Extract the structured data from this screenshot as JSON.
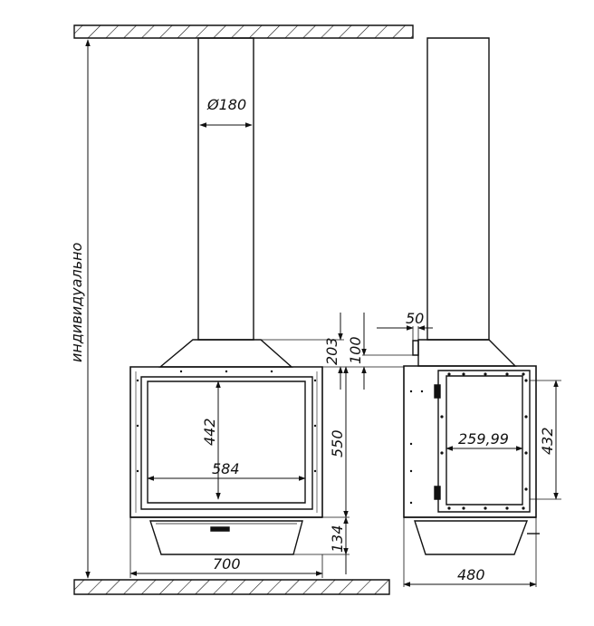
{
  "diagram": {
    "stroke_color": "#111111",
    "background": "#ffffff",
    "labels": {
      "height_note": "индивидуально",
      "flue_diameter": "Ø180",
      "hood_height": "203",
      "flue_offset_height": "100",
      "body_height": "550",
      "base_height": "134",
      "glass_height": "442",
      "glass_width": "584",
      "total_width": "700",
      "flue_setback": "50",
      "side_glass_width": "259,99",
      "side_glass_height": "432",
      "total_depth": "480"
    }
  }
}
